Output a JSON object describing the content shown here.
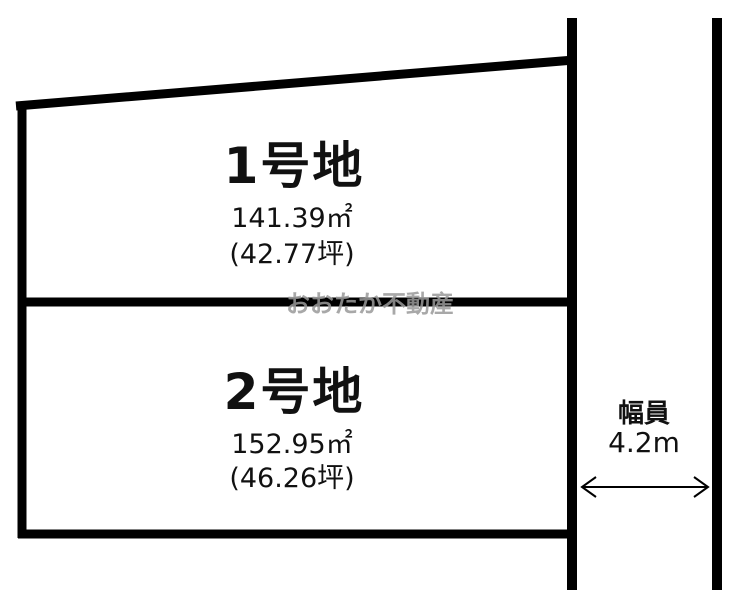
{
  "watermark": "おおたか不動産",
  "lots": [
    {
      "label": "1号地",
      "area_sqm": "141.39㎡",
      "area_tsubo": "(42.77坪)"
    },
    {
      "label": "2号地",
      "area_sqm": "152.95㎡",
      "area_tsubo": "(46.26坪)"
    }
  ],
  "road": {
    "label": "幅員",
    "width": "4.2m"
  }
}
